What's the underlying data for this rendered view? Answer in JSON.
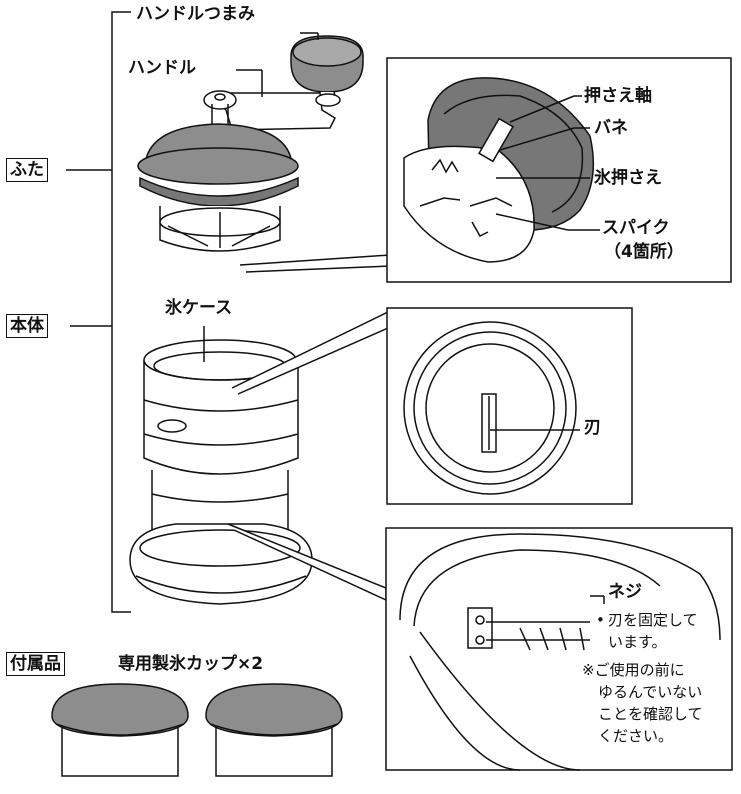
{
  "top_labels": {
    "handle_knob": "ハンドルつまみ",
    "handle": "ハンドル"
  },
  "side_boxes": {
    "lid": "ふた",
    "body": "本体",
    "accessory": "付属品"
  },
  "inset_lid": {
    "shaft": "押さえ軸",
    "spring": "バネ",
    "ice_press": "氷押さえ",
    "spike_l1": "スパイク",
    "spike_l2": "（4箇所）"
  },
  "ice_case": "氷ケース",
  "inset_blade": {
    "blade": "刃"
  },
  "inset_screw": {
    "screw": "ネジ",
    "bullet": "•",
    "desc_l1": "刃を固定して",
    "desc_l2": "います。",
    "warn_l1": "※ご使用の前に",
    "warn_l2": "ゆるんでいない",
    "warn_l3": "ことを確認して",
    "warn_l4": "ください。"
  },
  "accessory_desc": "専用製氷カップ×2",
  "colors": {
    "line": "#111111",
    "lid_gray": "#8d8d8d",
    "lid_gray_light": "#a8a8a8",
    "body_fill": "#ffffff"
  }
}
